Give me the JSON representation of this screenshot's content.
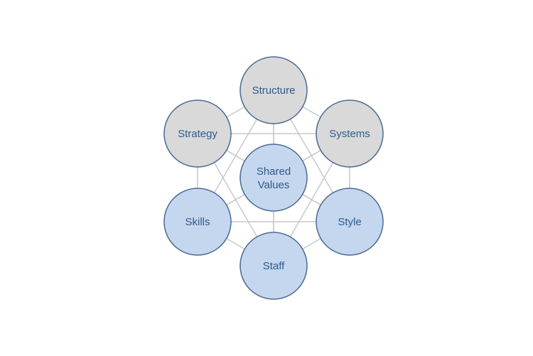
{
  "diagram": {
    "colors": {
      "hard_fill": "#d9d9d9",
      "soft_fill": "#c5d7ee",
      "node_stroke": "#4a6a92",
      "connector": "#c8c8c8",
      "label": "#2f5a8c"
    },
    "nodes": [
      {
        "id": "structure",
        "label": "Structure",
        "group": "hard"
      },
      {
        "id": "strategy",
        "label": "Strategy",
        "group": "hard"
      },
      {
        "id": "systems",
        "label": "Systems",
        "group": "hard"
      },
      {
        "id": "shared-values",
        "lines": [
          "Shared",
          "Values"
        ],
        "group": "soft"
      },
      {
        "id": "skills",
        "label": "Skills",
        "group": "soft"
      },
      {
        "id": "style",
        "label": "Style",
        "group": "soft"
      },
      {
        "id": "staff",
        "label": "Staff",
        "group": "soft"
      }
    ]
  }
}
